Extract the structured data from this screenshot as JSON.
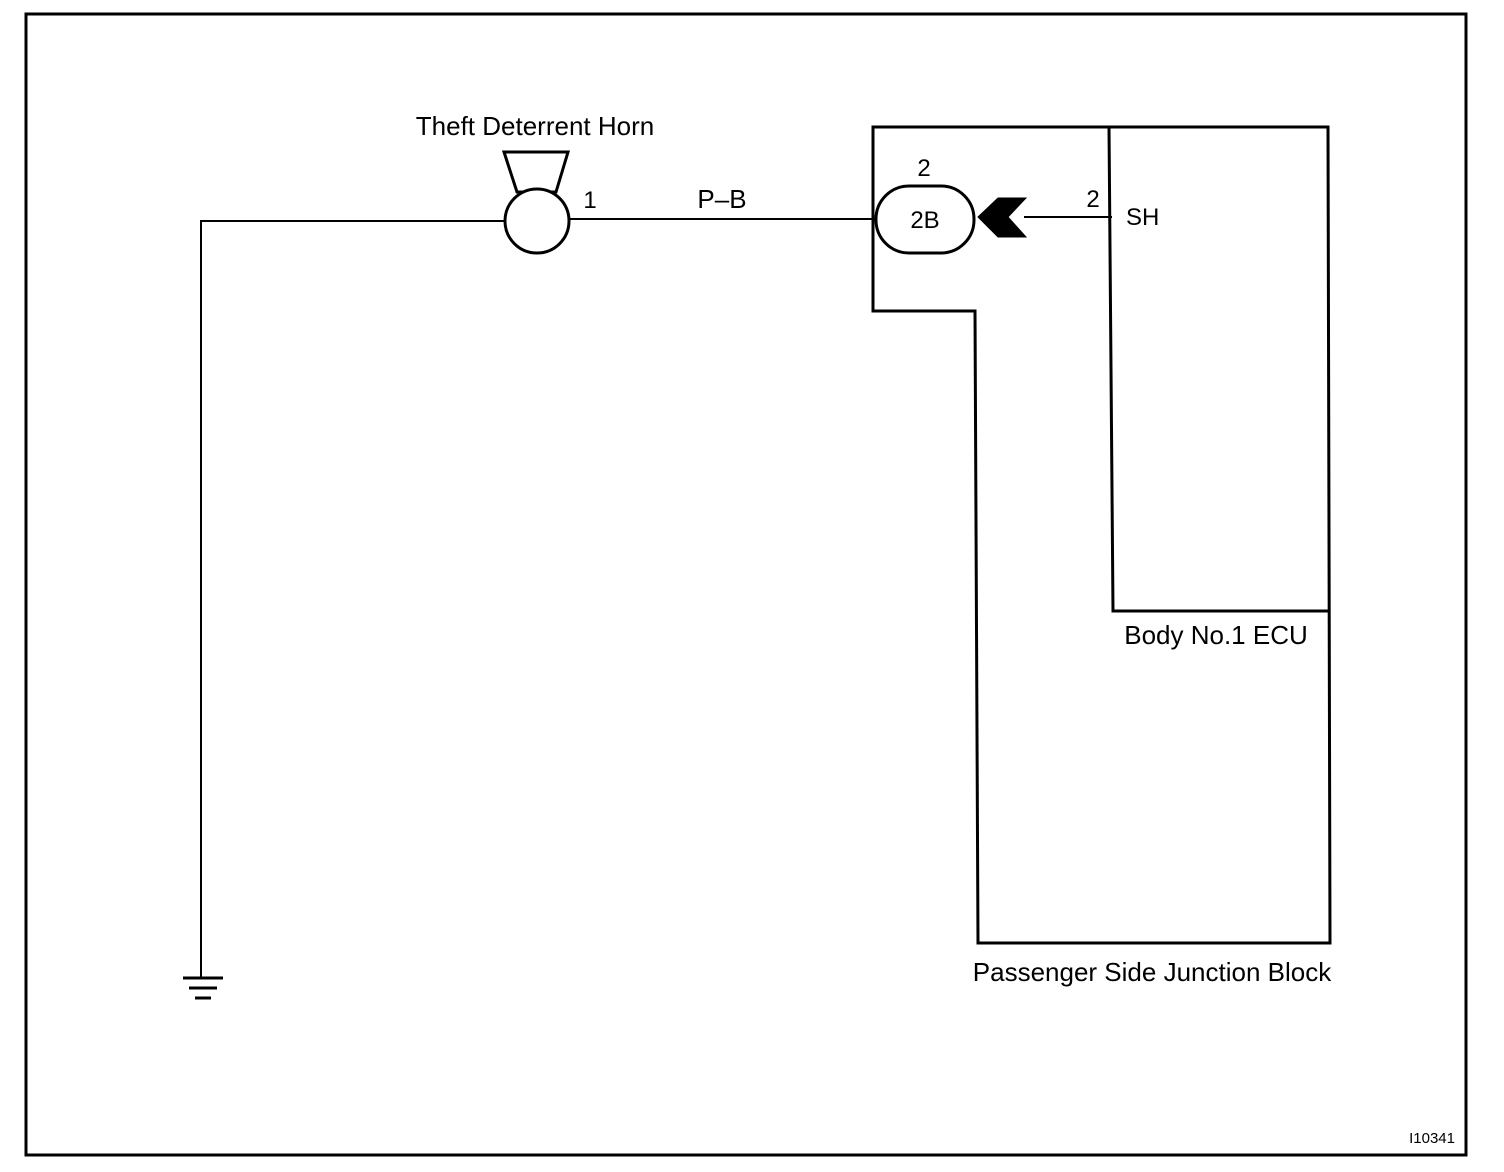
{
  "colors": {
    "line": "#000000",
    "background": "#ffffff"
  },
  "components": {
    "horn": {
      "label": "Theft Deterrent Horn",
      "pin": "1"
    },
    "wire": {
      "color_code": "P–B"
    },
    "junction_block": {
      "label": "Passenger Side Junction Block",
      "connector": "2B",
      "connector_pin": "2"
    },
    "ecu": {
      "label": "Body No.1 ECU",
      "pin": "2",
      "terminal": "SH"
    }
  },
  "footer": {
    "figure_id": "I10341"
  }
}
